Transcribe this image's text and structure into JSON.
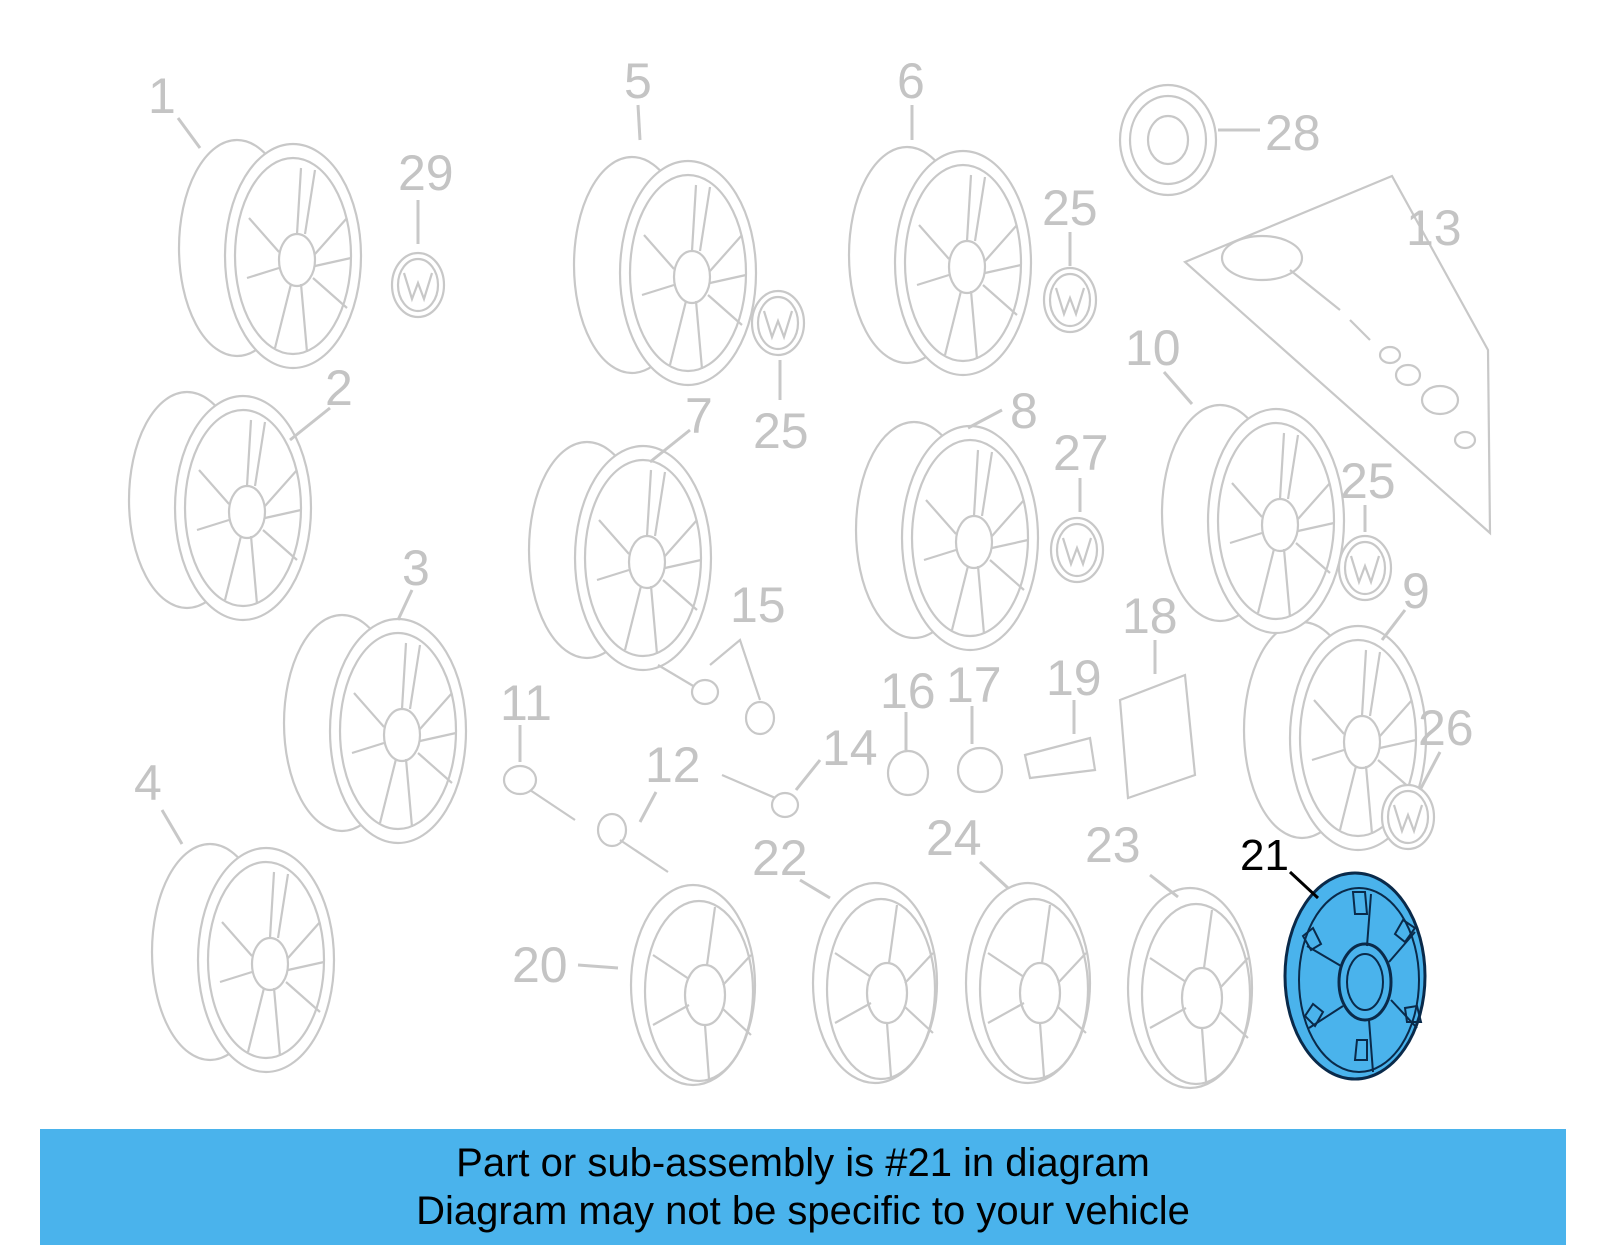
{
  "diagram": {
    "highlight_color": "#4ab3ec",
    "highlighted_part": "21",
    "labels": [
      "1",
      "2",
      "3",
      "4",
      "5",
      "6",
      "7",
      "8",
      "9",
      "10",
      "11",
      "12",
      "13",
      "14",
      "15",
      "16",
      "17",
      "18",
      "19",
      "20",
      "21",
      "22",
      "23",
      "24",
      "25",
      "25",
      "25",
      "25",
      "26",
      "27",
      "28",
      "29"
    ]
  },
  "banner": {
    "line1": "Part or sub-assembly is #21 in diagram",
    "line2": "Diagram may not be specific to your vehicle",
    "background": "#4ab3ec"
  }
}
